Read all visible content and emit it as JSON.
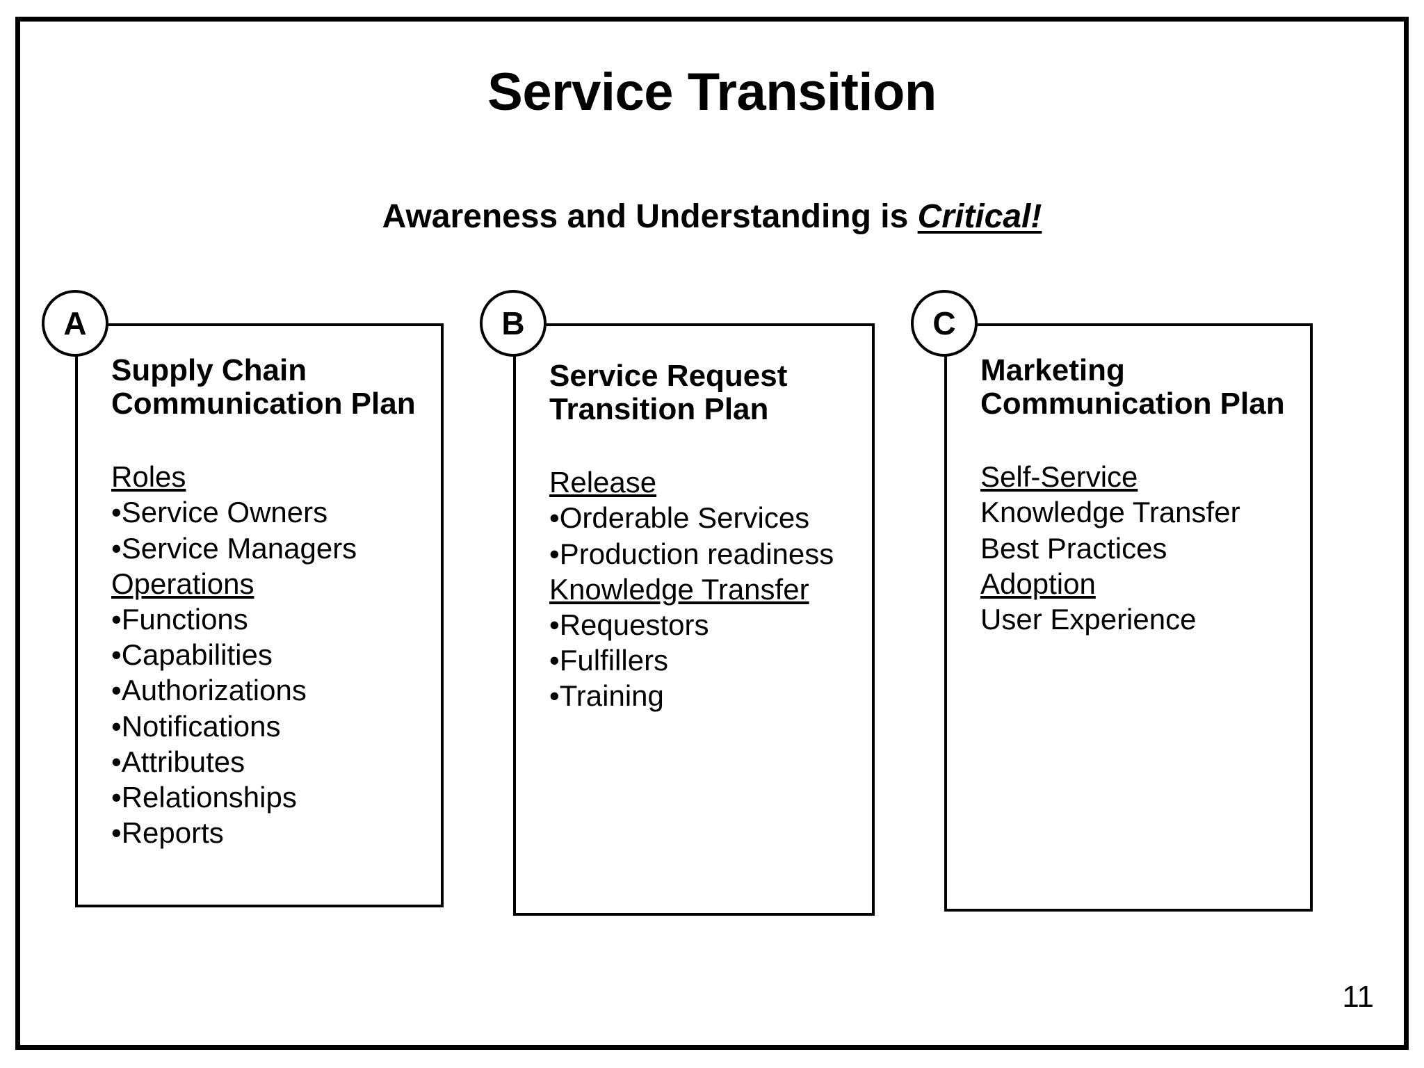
{
  "slide": {
    "title": "Service Transition",
    "subtitle_plain": "Awareness and Understanding is ",
    "subtitle_emphasis": "Critical!",
    "page_number": "11",
    "border_color": "#000000",
    "background_color": "#ffffff",
    "text_color": "#000000"
  },
  "columns": [
    {
      "badge": "A",
      "heading_line1": "Supply Chain",
      "heading_line2": "Communication Plan",
      "lines": [
        {
          "text": "Roles",
          "style": "header"
        },
        {
          "text": "•Service Owners",
          "style": "bullet"
        },
        {
          "text": "•Service Managers",
          "style": "bullet"
        },
        {
          "text": "Operations",
          "style": "header"
        },
        {
          "text": "•Functions",
          "style": "bullet"
        },
        {
          "text": "•Capabilities",
          "style": "bullet"
        },
        {
          "text": "•Authorizations",
          "style": "bullet"
        },
        {
          "text": "•Notifications",
          "style": "bullet"
        },
        {
          "text": "•Attributes",
          "style": "bullet"
        },
        {
          "text": "•Relationships",
          "style": "bullet"
        },
        {
          "text": "•Reports",
          "style": "bullet"
        }
      ]
    },
    {
      "badge": "B",
      "heading_line1": "Service Request",
      "heading_line2": "Transition Plan",
      "lines": [
        {
          "text": "Release",
          "style": "header"
        },
        {
          "text": "•Orderable Services",
          "style": "bullet"
        },
        {
          "text": "•Production readiness",
          "style": "bullet"
        },
        {
          "text": "Knowledge Transfer",
          "style": "header"
        },
        {
          "text": "•Requestors",
          "style": "bullet"
        },
        {
          "text": "•Fulfillers",
          "style": "bullet"
        },
        {
          "text": "•Training",
          "style": "bullet"
        }
      ]
    },
    {
      "badge": "C",
      "heading_line1": "Marketing",
      "heading_line2": "Communication Plan",
      "lines": [
        {
          "text": "Self-Service",
          "style": "header"
        },
        {
          "text": "Knowledge Transfer",
          "style": "plain"
        },
        {
          "text": "Best Practices",
          "style": "plain"
        },
        {
          "text": "Adoption",
          "style": "header"
        },
        {
          "text": "User Experience",
          "style": "plain"
        }
      ]
    }
  ]
}
